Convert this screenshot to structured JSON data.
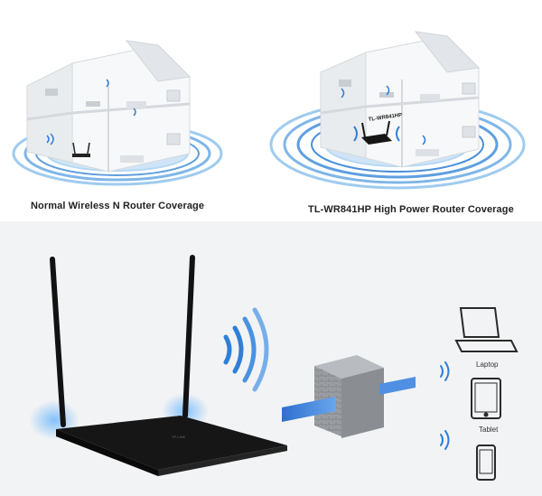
{
  "captions": {
    "normal": "Normal Wireless N Router Coverage",
    "high_power": "TL-WR841HP High Power Router Coverage"
  },
  "router_label": "TL-WR841HP",
  "devices": {
    "laptop": "Laptop",
    "tablet": "Tablet"
  },
  "colors": {
    "wifi_blue": "#2f7fd6",
    "router_black": "#151515",
    "house_white": "#f7f8f9",
    "ring_blue": "#8fc0ea"
  }
}
